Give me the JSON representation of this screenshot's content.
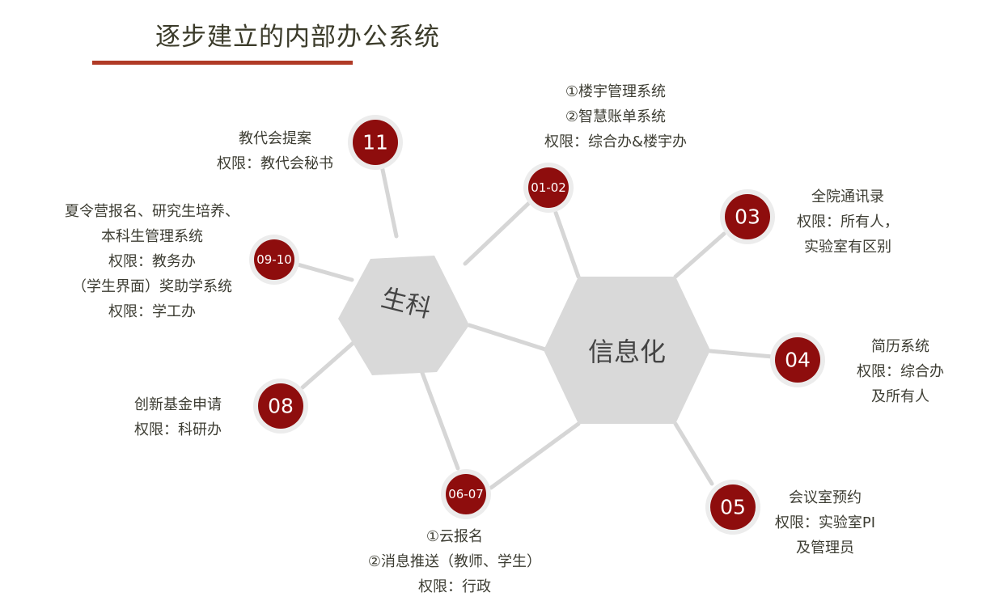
{
  "title": "逐步建立的内部办公系统",
  "colors": {
    "accent": "#b03a26",
    "badge": "#8e0d0d",
    "badge_ring": "#ececec",
    "hex": "#d9d9d9",
    "line": "#d6d6d6"
  },
  "hubs": {
    "bio": {
      "label": "生科"
    },
    "info": {
      "label": "信息化"
    }
  },
  "badges": {
    "b11": {
      "num": "11",
      "lines": [
        "教代会提案",
        "权限：教代会秘书"
      ]
    },
    "b0102": {
      "num": "01-02",
      "lines": [
        "①楼宇管理系统",
        "②智慧账单系统",
        "权限：综合办&楼宇办"
      ]
    },
    "b03": {
      "num": "03",
      "lines": [
        "全院通讯录",
        "权限：所有人，",
        "实验室有区别"
      ]
    },
    "b04": {
      "num": "04",
      "lines": [
        "简历系统",
        "权限：综合办",
        "及所有人"
      ]
    },
    "b05": {
      "num": "05",
      "lines": [
        "会议室预约",
        "权限：实验室PI",
        "及管理员"
      ]
    },
    "b0607": {
      "num": "06-07",
      "lines": [
        "①云报名",
        "②消息推送（教师、学生）",
        "权限：行政"
      ]
    },
    "b08": {
      "num": "08",
      "lines": [
        "创新基金申请",
        "权限：科研办"
      ]
    },
    "b0910": {
      "num": "09-10",
      "lines": [
        "夏令营报名、研究生培养、",
        "本科生管理系统",
        "权限：教务办",
        "（学生界面）奖助学系统",
        "权限：学工办"
      ]
    }
  }
}
